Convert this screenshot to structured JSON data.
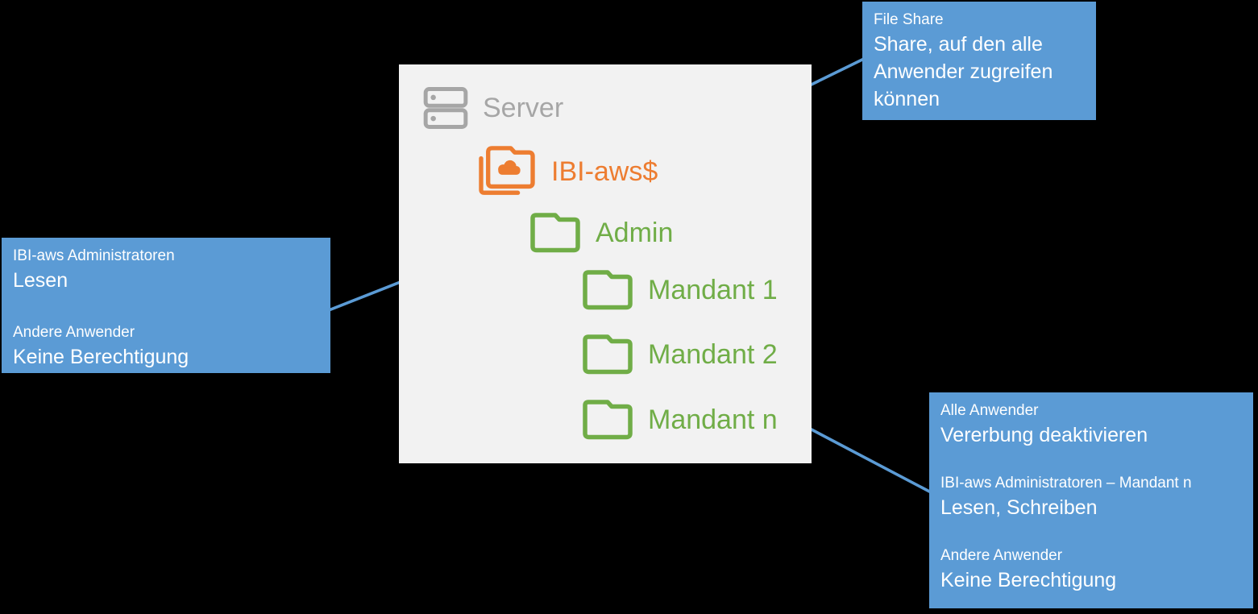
{
  "colors": {
    "background": "#000000",
    "panel": "#F2F2F2",
    "callout": "#5B9BD5",
    "callout_text": "#FFFFFF",
    "arrow": "#5B9BD5",
    "orange": "#ED7D31",
    "green": "#70AD47",
    "gray": "#A6A6A6"
  },
  "tree": {
    "server_label": "Server",
    "share_label": "IBI-aws$",
    "admin_label": "Admin",
    "mandant1_label": "Mandant 1",
    "mandant2_label": "Mandant 2",
    "mandantn_label": "Mandant n"
  },
  "callouts": {
    "file_share": {
      "title": "File Share",
      "body": "Share, auf den alle Anwender zugreifen können"
    },
    "admin_permissions": {
      "group1": "IBI-aws Administratoren",
      "perm1": "Lesen",
      "group2": "Andere Anwender",
      "perm2": "Keine Berechtigung"
    },
    "mandant_permissions": {
      "group1": "Alle Anwender",
      "perm1": "Vererbung deaktivieren",
      "group2": "IBI-aws Administratoren – Mandant n",
      "perm2": "Lesen, Schreiben",
      "group3": "Andere Anwender",
      "perm3": "Keine Berechtigung"
    }
  }
}
